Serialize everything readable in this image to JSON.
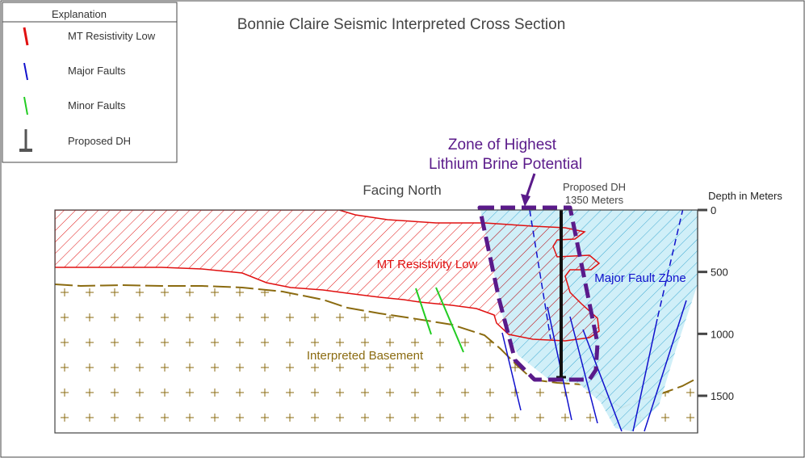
{
  "title": "Bonnie Claire Seismic Interpreted Cross Section",
  "legend": {
    "heading": "Explanation",
    "items": [
      {
        "label": "MT Resistivity Low",
        "symbol": "red-line-icon",
        "color": "#e01010"
      },
      {
        "label": "Major Faults",
        "symbol": "blue-line-icon",
        "color": "#1010cc"
      },
      {
        "label": "Minor Faults",
        "symbol": "green-line-icon",
        "color": "#22cc22"
      },
      {
        "label": "Proposed DH",
        "symbol": "drill-hole-icon",
        "color": "#555555"
      }
    ]
  },
  "annotations": {
    "facing": "Facing North",
    "zone_line1": "Zone of Highest",
    "zone_line2": "Lithium Brine Potential",
    "dh_line1": "Proposed DH",
    "dh_line2": "1350 Meters",
    "mt_label": "MT Resistivity Low",
    "fault_zone_label": "Major Fault Zone",
    "basement_label": "Interpreted Basement"
  },
  "depth_axis": {
    "label": "Depth in Meters",
    "max": 1800,
    "ticks": [
      0,
      500,
      1000,
      1500
    ]
  },
  "proposed_dh": {
    "depth_m": 1350
  },
  "colors": {
    "mt_low": "#e01010",
    "major_fault": "#1010cc",
    "minor_fault": "#22cc22",
    "basement": "#8b6b10",
    "zone": "#5a1a8a",
    "fault_zone_fill": "#8fd7ee",
    "fault_zone_hatch": "#3aa8d0"
  }
}
